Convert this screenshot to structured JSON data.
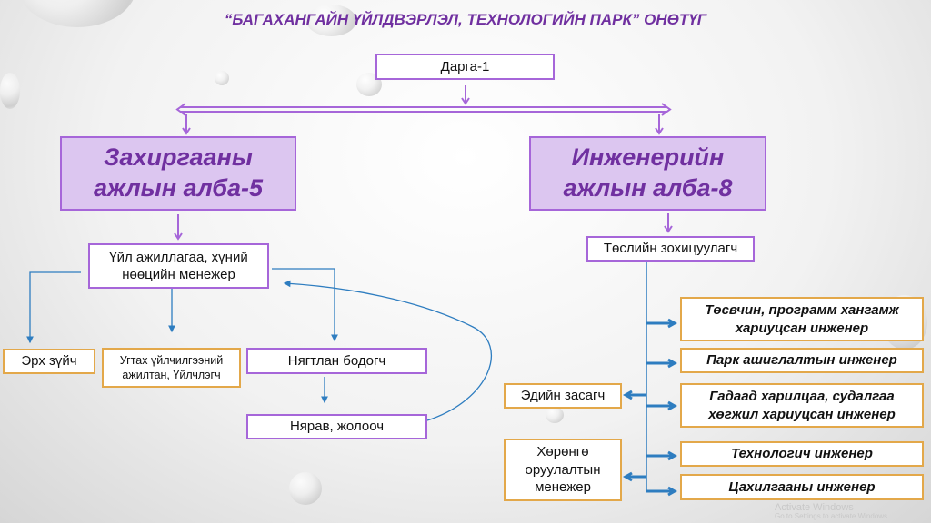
{
  "title": "“БАГАХАНГАЙН ҮЙЛДВЭРЛЭЛ, ТЕХНОЛОГИЙН ПАРК” ОНӨТҮГ",
  "director": "Дарга-1",
  "departments": {
    "admin": "Захиргааны ажлын алба-5",
    "engineering": "Инженерийн ажлын алба-8"
  },
  "admin_units": {
    "hr_manager": "Үйл ажиллагаа, хүний нөөцийн менежер",
    "lawyer": "Эрх зүйч",
    "reception": "Угтах үйлчилгээний ажилтан, Үйлчлэгч",
    "accountant": "Нягтлан бодогч",
    "storekeeper": "Нярав, жолооч"
  },
  "engineering_units": {
    "coordinator": "Төслийн зохицуулагч",
    "economist": "Эдийн засагч",
    "investment_manager": "Хөрөнгө оруулалтын менежер",
    "engineers": [
      "Төсвчин, программ хангамж хариуцсан инженер",
      "Парк ашиглалтын инженер",
      "Гадаад харилцаа, судалгаа хөгжил хариуцсан инженер",
      "Технологич инженер",
      "Цахилгааны инженер"
    ]
  },
  "watermark": {
    "line1": "Activate Windows",
    "line2": "Go to Settings to activate Windows."
  },
  "colors": {
    "purple": "#7030a0",
    "box_purple": "#a666d9",
    "box_orange": "#e3a84a",
    "connector_blue": "#2e7dc0"
  }
}
